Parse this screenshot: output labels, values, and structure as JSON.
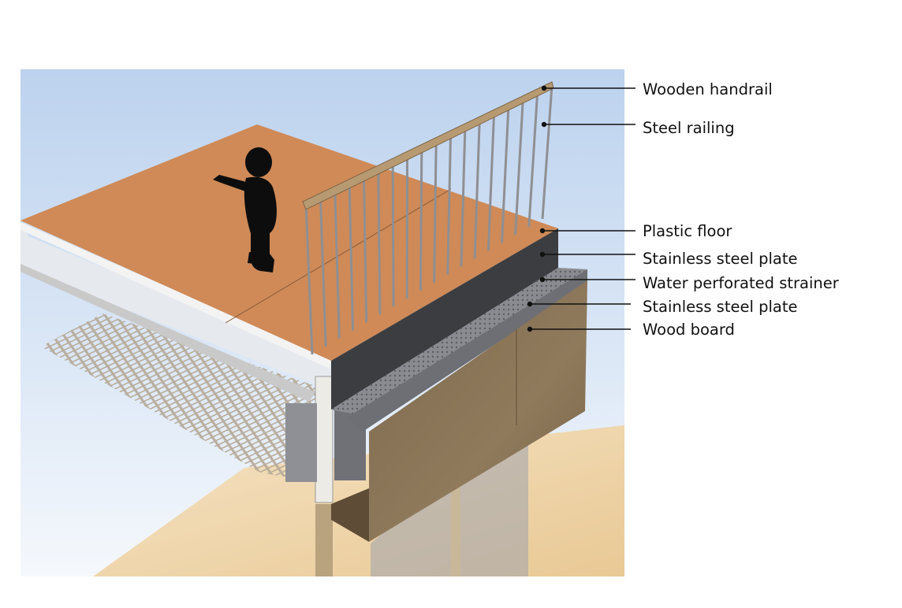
{
  "colors": {
    "sky_top": "#bcd2ee",
    "sky_bottom": "#f4f8fc",
    "plastic_floor": "#cf8a57",
    "steel_dark": "#3a3b3f",
    "strainer": "#7c7d82",
    "wood_board": "#8a7458",
    "ground": "#f0d7ae",
    "callout_line": "#111111"
  },
  "labels": [
    {
      "id": "wooden-handrail",
      "text": "Wooden handrail"
    },
    {
      "id": "steel-railing",
      "text": "Steel railing"
    },
    {
      "id": "plastic-floor",
      "text": "Plastic floor"
    },
    {
      "id": "stainless-steel-plate-1",
      "text": "Stainless steel plate"
    },
    {
      "id": "water-perforated-strainer",
      "text": "Water perforated strainer"
    },
    {
      "id": "stainless-steel-plate-2",
      "text": "Stainless steel plate"
    },
    {
      "id": "wood-board",
      "text": "Wood board"
    }
  ]
}
